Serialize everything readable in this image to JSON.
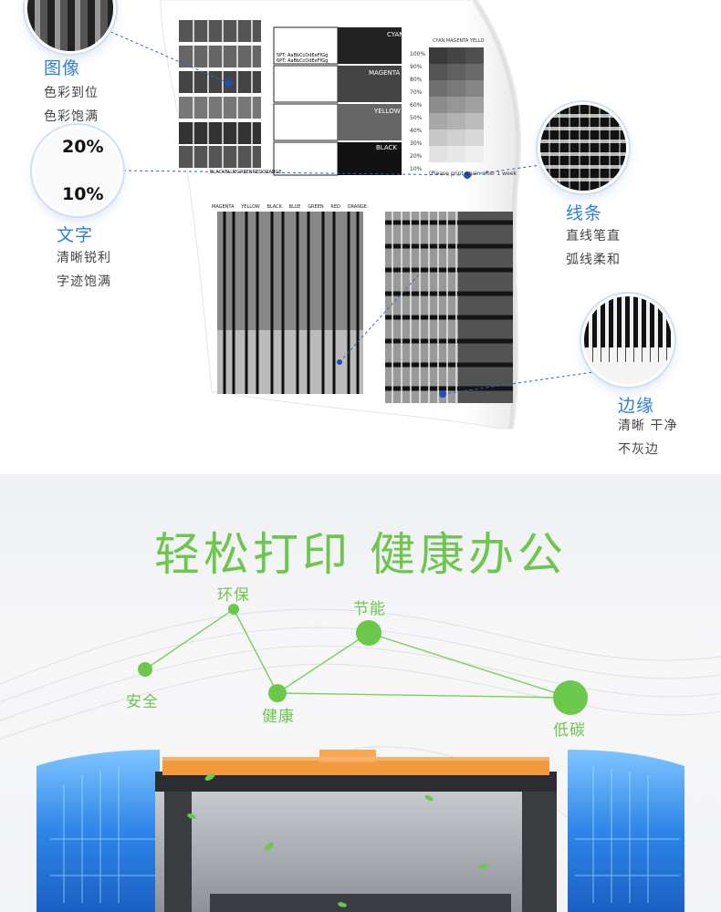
{
  "features_top": [
    {
      "title": "图像",
      "lines": [
        "色彩到位",
        "色彩饱满"
      ]
    },
    {
      "title": "文字",
      "lines": [
        "清晰锐利",
        "字迹饱满"
      ]
    },
    {
      "title": "线条",
      "lines": [
        "直线笔直",
        "弧线柔和"
      ]
    },
    {
      "title": "边缘",
      "lines": [
        "清晰 干净",
        "不灰边"
      ]
    }
  ],
  "zoom_text": {
    "a": "20%",
    "b": "10%"
  },
  "print_sheet": {
    "cmyk_labels": [
      "CYAN",
      "MAGENTA",
      "YELLOW",
      "BLACK"
    ],
    "scale_header": "CYAN   MAGENTA  YELLO",
    "percent_labels": [
      "100%",
      "90%",
      "80%",
      "70%",
      "60%",
      "50%",
      "40%",
      "30%",
      "20%",
      "10%"
    ],
    "note": "(Please print again after 1 week",
    "color_row": [
      "MAGENTA",
      "YELLOW",
      "BLACK",
      "BLUE",
      "GREEN",
      "RED",
      "ORANGE"
    ],
    "side_labels": [
      "BLACK",
      "BLUE",
      "GREEN",
      "RED",
      "ORANGE"
    ],
    "text_lines": [
      "5PT: AaBbCcDdEeFfGg",
      "6PT: AaBbCcDdEeFfGg"
    ]
  },
  "headline": "轻松打印  健康办公",
  "network_nodes": [
    {
      "label": "环保"
    },
    {
      "label": "节能"
    },
    {
      "label": "安全"
    },
    {
      "label": "健康"
    },
    {
      "label": "低碳"
    }
  ],
  "colors": {
    "blue_title": "#2f7fd1",
    "green": "#6fc64f",
    "orange": "#f39a3e"
  }
}
